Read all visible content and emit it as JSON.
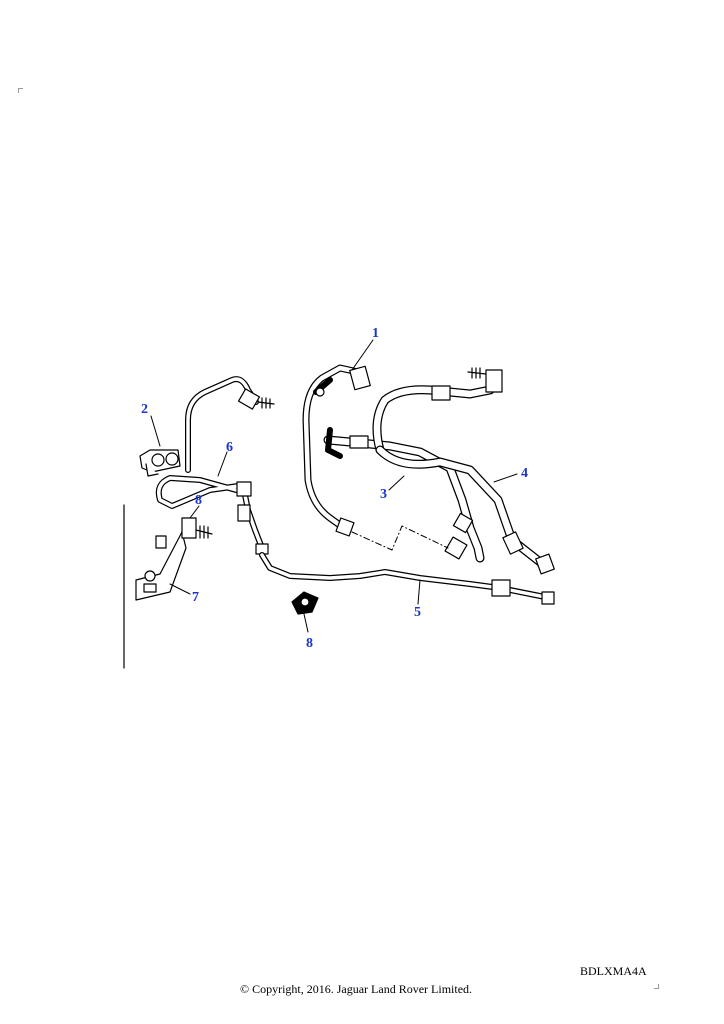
{
  "diagram": {
    "accent_color": "#1a33cc",
    "line_color": "#000000",
    "callouts": [
      {
        "id": "c1",
        "label": "1"
      },
      {
        "id": "c2",
        "label": "2"
      },
      {
        "id": "c3",
        "label": "3"
      },
      {
        "id": "c4",
        "label": "4"
      },
      {
        "id": "c5",
        "label": "5"
      },
      {
        "id": "c6",
        "label": "6"
      },
      {
        "id": "c7",
        "label": "7"
      },
      {
        "id": "c8a",
        "label": "8"
      },
      {
        "id": "c8b",
        "label": "8"
      }
    ]
  },
  "footer": {
    "drawing_code": "BDLXMA4A",
    "copyright": "© Copyright, 2016. Jaguar Land Rover Limited."
  }
}
